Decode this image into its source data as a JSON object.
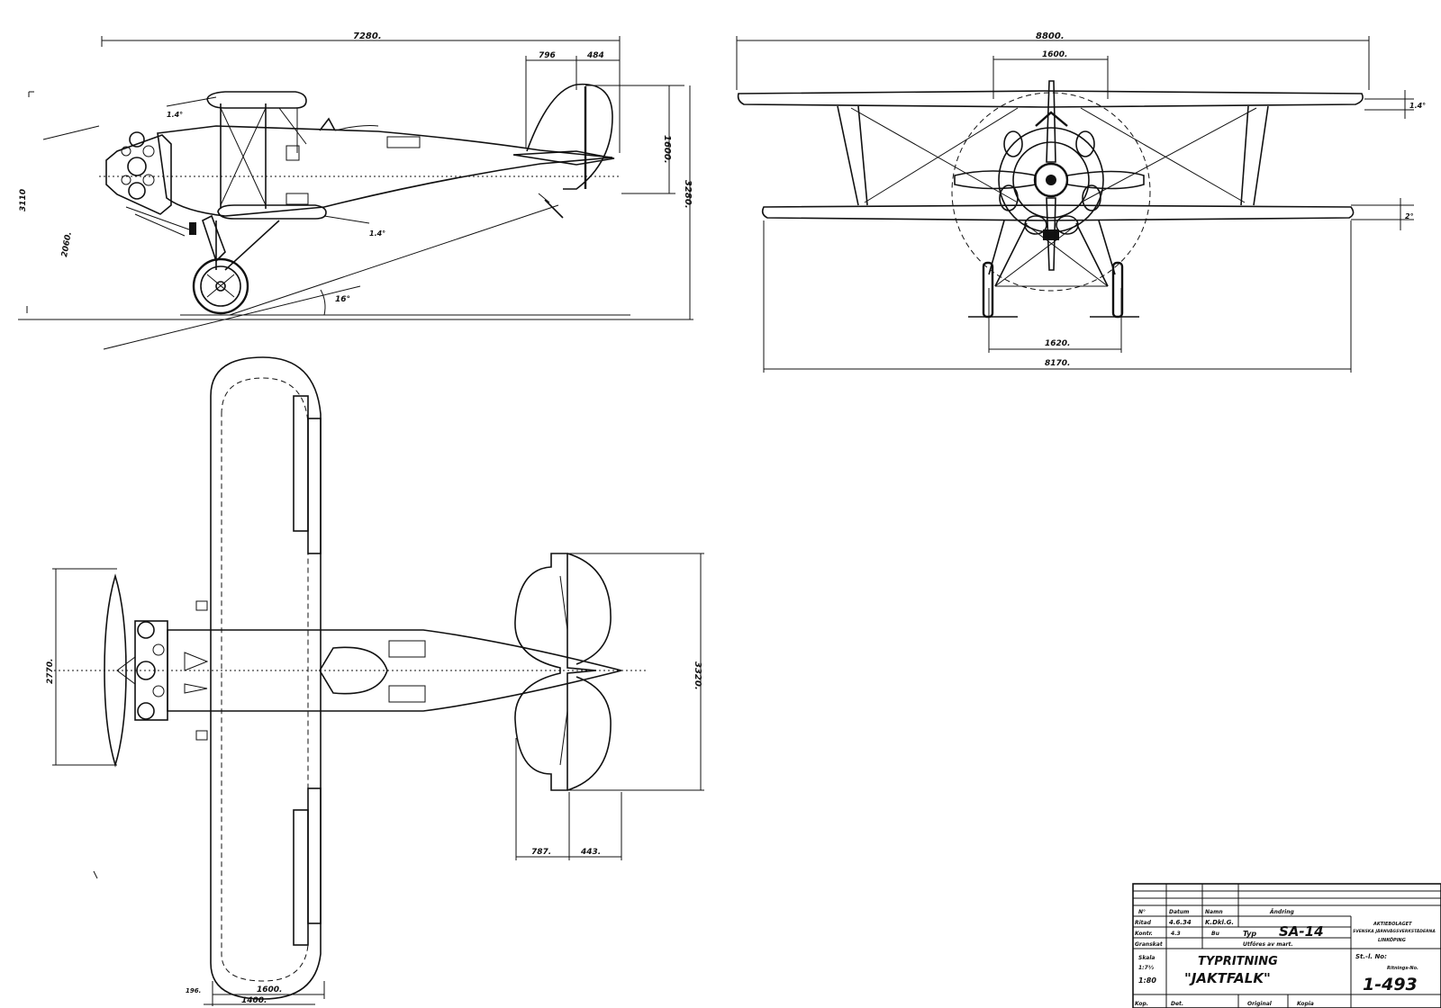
{
  "side_view": {
    "overall_length": "7280.",
    "tail_chord_1": "796",
    "tail_chord_2": "484",
    "tail_height": "1600.",
    "overall_height": "3280.",
    "left_height_1": "3110",
    "left_height_2": "2060.",
    "wing_angle_top": "1.4°",
    "wing_angle_bottom": "1.4°",
    "ground_angle": "16°"
  },
  "front_view": {
    "upper_span": "8800.",
    "center_section": "1600.",
    "dihedral_top": "1.4°",
    "dihedral_bottom": "2°",
    "track": "1620.",
    "lower_span": "8170."
  },
  "top_view": {
    "stabilizer_width": "2770.",
    "tail_span": "3320.",
    "stab_chord_1": "787.",
    "stab_chord_2": "443.",
    "wing_chord_a": "1600.",
    "wing_chord_b": "1400.",
    "stagger": "196."
  },
  "title_block": {
    "col_no": "N°",
    "col_date": "Datum",
    "col_name": "Namn",
    "col_change": "Ändring",
    "row_drawn": "Ritad",
    "row_checked": "Kontr.",
    "row_reviewed": "Granskat",
    "drawn_date": "4.6.34",
    "drawn_name": "K.Dkl.G.",
    "checked_date": "4.3",
    "checked_name": "Bu",
    "type_prefix": "Typ",
    "type_value": "SA-14",
    "company_line1": "AKTIEBOLAGET",
    "company_line2": "SVENSKA JÄRNVÄGSVERKSTÄDERNA",
    "company_line3": "LINKÖPING",
    "material_label": "Utföres av mart.",
    "scale_label": "Skala",
    "scale_value_1": "1:7½",
    "scale_value_2": "1:80",
    "title_line1": "TYPRITNING",
    "title_line2": "\"JAKTFALK\"",
    "sheet_label": "St.-l. No:",
    "drawing_label": "Ritnings-No.",
    "drawing_number": "1-493",
    "footer_cop": "Kop.",
    "footer_det": "Det.",
    "footer_original": "Original",
    "footer_copy": "Kopia"
  }
}
